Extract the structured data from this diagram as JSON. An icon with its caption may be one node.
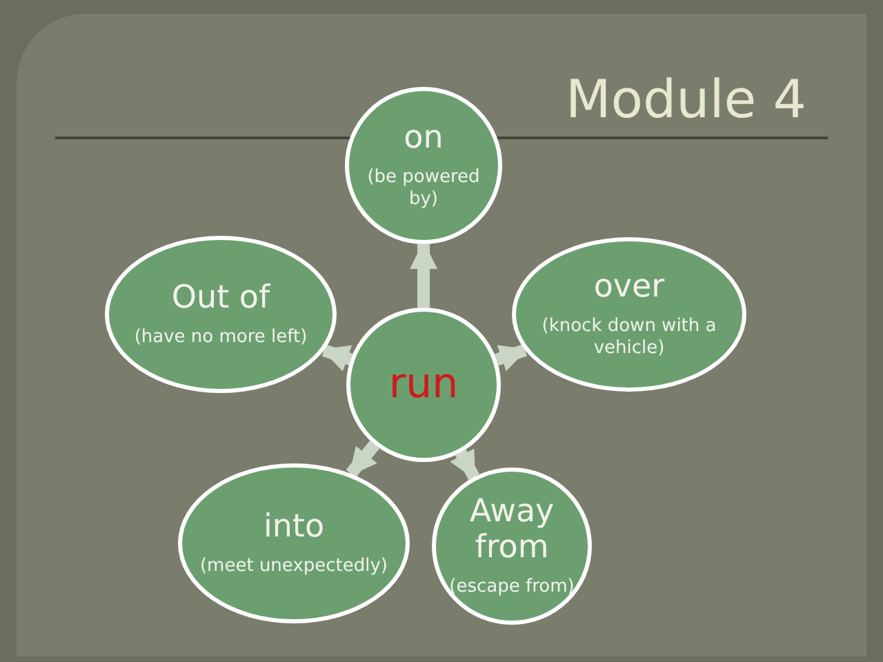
{
  "diagram": {
    "title": "Module 4",
    "nodes": [
      {
        "text": [
          "run"
        ]
      },
      {
        "text": [
          "on",
          "(be powered by)"
        ]
      },
      {
        "text": [
          "over",
          "(knock down with a vehicle)"
        ]
      },
      {
        "text": [
          "Away from",
          "(escape from)"
        ]
      },
      {
        "text": [
          "into",
          "(meet unexpectedly)"
        ]
      },
      {
        "text": [
          "Out of",
          "(have no more left)"
        ]
      }
    ],
    "edges": [
      {
        "from": 0,
        "to": 1,
        "arrow": "to"
      },
      {
        "from": 0,
        "to": 2,
        "arrow": "to"
      },
      {
        "from": 0,
        "to": 3,
        "arrow": "to"
      },
      {
        "from": 0,
        "to": 4,
        "arrow": "to"
      },
      {
        "from": 0,
        "to": 5,
        "arrow": "to"
      }
    ]
  }
}
